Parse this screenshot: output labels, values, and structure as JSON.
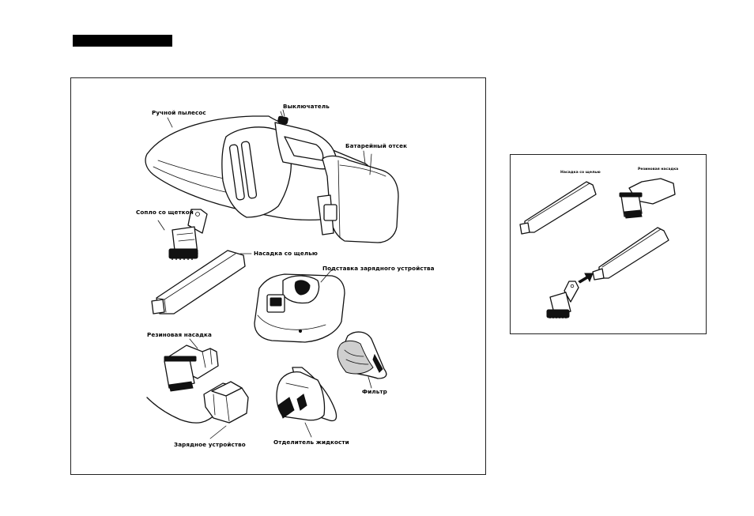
{
  "main_panel": {
    "labels": {
      "handheld_vacuum": "Ручной пылесос",
      "switch": "Выключатель",
      "battery_compartment": "Батарейный отсек",
      "brush_nozzle": "Сопло со щеткой",
      "crevice_nozzle": "Насадка со щелью",
      "charger_stand": "Подставка зарядного устройства",
      "rubber_nozzle": "Резиновая насадка",
      "filter": "Фильтр",
      "charger": "Зарядное устройство",
      "liquid_separator": "Отделитель жидкости"
    }
  },
  "side_panel": {
    "labels": {
      "crevice_nozzle": "Насадка со щелью",
      "rubber_nozzle": "Резиновая насадка"
    }
  }
}
